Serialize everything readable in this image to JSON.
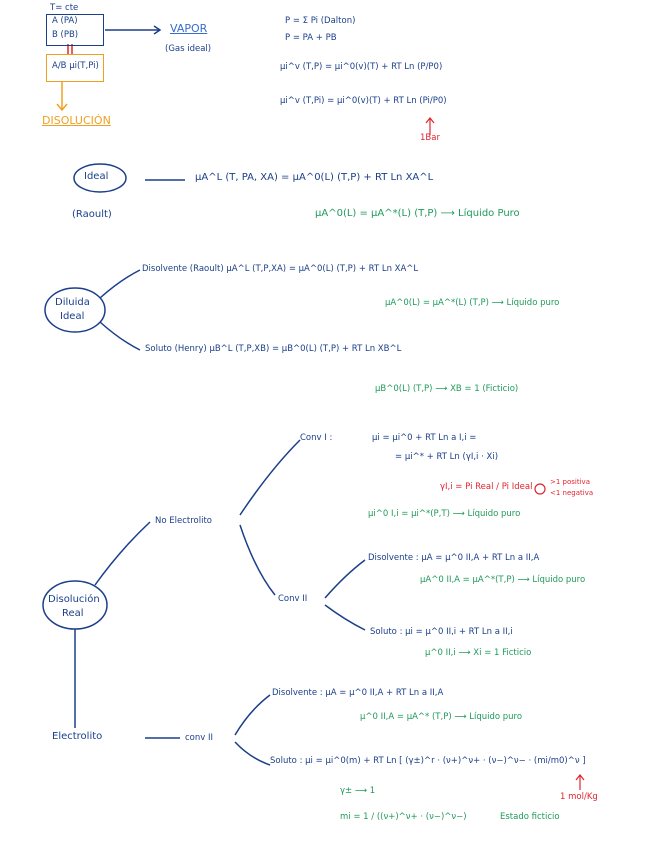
{
  "colors": {
    "ink": "#1b3f8a",
    "green": "#1f9a5a",
    "red": "#e0242e",
    "orange": "#f0a020"
  },
  "top": {
    "t_cte": "T= cte",
    "a_pa": "A (PA)",
    "b_pb": "B (PB)",
    "vapor": "VAPOR",
    "gas_ideal": "(Gas ideal)",
    "ab_mu": "A/B μi(T,Pi)",
    "disolucion": "DISOLUCIÓN",
    "eq1": "P = Σ Pi   (Dalton)",
    "eq2": "P = PA + PB",
    "eq3": "μi^v (T,P) = μi^0(v)(T) + RT Ln (P/P0)",
    "eq4": "μi^v (T,Pi) = μi^0(v)(T) + RT Ln (Pi/P0)",
    "bar": "1Bar"
  },
  "ideal": {
    "label": "Ideal",
    "raoult": "(Raoult)",
    "eq": "μA^L (T, PA, XA) = μA^0(L) (T,P) + RT Ln XA^L",
    "green": "μA^0(L) = μA^*(L) (T,P) ⟶ Líquido Puro"
  },
  "diluida": {
    "label1": "Diluida",
    "label2": "Ideal",
    "disolvente": "Disolvente (Raoult)  μA^L (T,P,XA) = μA^0(L) (T,P) + RT Ln XA^L",
    "green1": "μA^0(L) = μA^*(L) (T,P) ⟶ Líquido puro",
    "soluto": "Soluto (Henry)   μB^L (T,P,XB) = μB^0(L) (T,P) + RT Ln XB^L",
    "green2": "μB^0(L) (T,P) ⟶ XB = 1  (Ficticio)"
  },
  "real": {
    "label1": "Disolución",
    "label2": "Real",
    "no_electrolito": "No Electrolito",
    "conv1": "Conv I :",
    "c1_eq1": "μi = μi^0 + RT Ln a I,i =",
    "c1_eq2": "= μi^* + RT Ln (γI,i · Xi)",
    "gamma": "γI,i = Pi Real / Pi Ideal",
    "pos": ">1 positiva",
    "neg": "<1 negativa",
    "c1_green": "μi^0 I,i = μi^*(P,T) ⟶ Líquido puro",
    "conv2": "Conv II",
    "c2_dis": "Disolvente : μA = μ^0 II,A + RT Ln a II,A",
    "c2_dis_green": "μA^0 II,A = μA^*(T,P) ⟶ Líquido puro",
    "c2_sol": "Soluto : μi = μ^0 II,i + RT Ln a II,i",
    "c2_sol_green": "μ^0 II,i ⟶ Xi = 1 Ficticio"
  },
  "electrolito": {
    "label": "Electrolito",
    "conv2": "conv II",
    "dis": "Disolvente : μA = μ^0 II,A + RT Ln a II,A",
    "dis_green": "μ^0 II,A = μA^* (T,P) ⟶ Líquido puro",
    "sol": "Soluto : μi = μi^0(m) + RT Ln [ (γ±)^r · (ν+)^ν+ · (ν−)^ν− · (mi/m0)^ν ]",
    "gamma_green": "γ± ⟶ 1",
    "mi_green": "mi = 1 / ((ν+)^ν+ · (ν−)^ν−)",
    "estado": "Estado ficticio",
    "unit": "1 mol/Kg"
  }
}
